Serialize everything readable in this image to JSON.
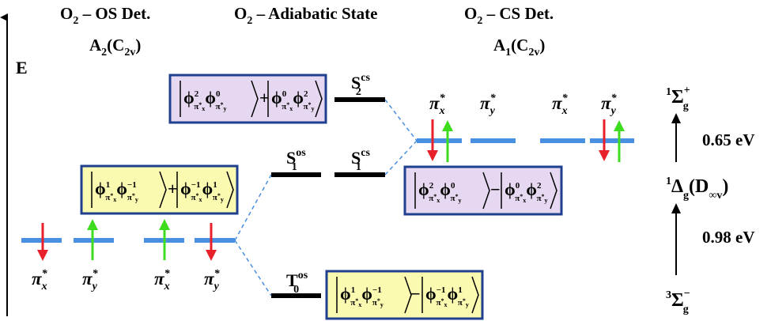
{
  "headers": {
    "os_det": {
      "main": "O",
      "sub": "2",
      "rest": " – OS Det."
    },
    "adiabatic": {
      "main": "O",
      "sub": "2",
      "rest": " – Adiabatic State"
    },
    "cs_det": {
      "main": "O",
      "sub": "2",
      "rest": " – CS Det."
    },
    "os_sym": {
      "a": "A",
      "a_sub": "2",
      "rest": "(C",
      "c_sub": "2v",
      "close": ")"
    },
    "cs_sym": {
      "a": "A",
      "a_sub": "1",
      "rest": "(C",
      "c_sub": "2v",
      "close": ")"
    }
  },
  "axis_label": "E",
  "levels": {
    "S2cs": {
      "main": "S",
      "sub": "2",
      "sup": "cs"
    },
    "S1os": {
      "main": "S",
      "sub": "1",
      "sup": "os"
    },
    "S1cs": {
      "main": "S",
      "sub": "1",
      "sup": "cs"
    },
    "T0os": {
      "main": "T",
      "sub": "0",
      "sup": "os"
    }
  },
  "orbitals": {
    "pi": "π",
    "star": "*",
    "x": "x",
    "y": "y"
  },
  "terms": {
    "sigma_plus": {
      "mult": "1",
      "sym": "Σ",
      "sub": "g",
      "sup": "+"
    },
    "delta": {
      "mult": "1",
      "sym": "Δ",
      "sub": "g",
      "extra": "(D",
      "extra_sub": "∞v",
      "close": ")"
    },
    "sigma_minus": {
      "mult": "3",
      "sym": "Σ",
      "sub": "g",
      "sup": "−"
    }
  },
  "energies": {
    "upper": "0.65 eV",
    "lower": "0.98 eV"
  },
  "boxes": {
    "phi": "ϕ",
    "plus": "+",
    "minus": "−",
    "pi_sub": "π",
    "star": "*",
    "exp_2": "2",
    "exp_0": "0",
    "exp_1": "1",
    "exp_m1": "−1"
  },
  "colors": {
    "orbital_line": "#4a90e2",
    "arrow_down": "#e8202a",
    "arrow_up": "#3ddc1f",
    "state_line": "#000000",
    "dashed": "#4a90e2",
    "box_border": "#1f3f8f",
    "box_yellow": "#fafab0",
    "box_purple": "#e5d8f0"
  }
}
